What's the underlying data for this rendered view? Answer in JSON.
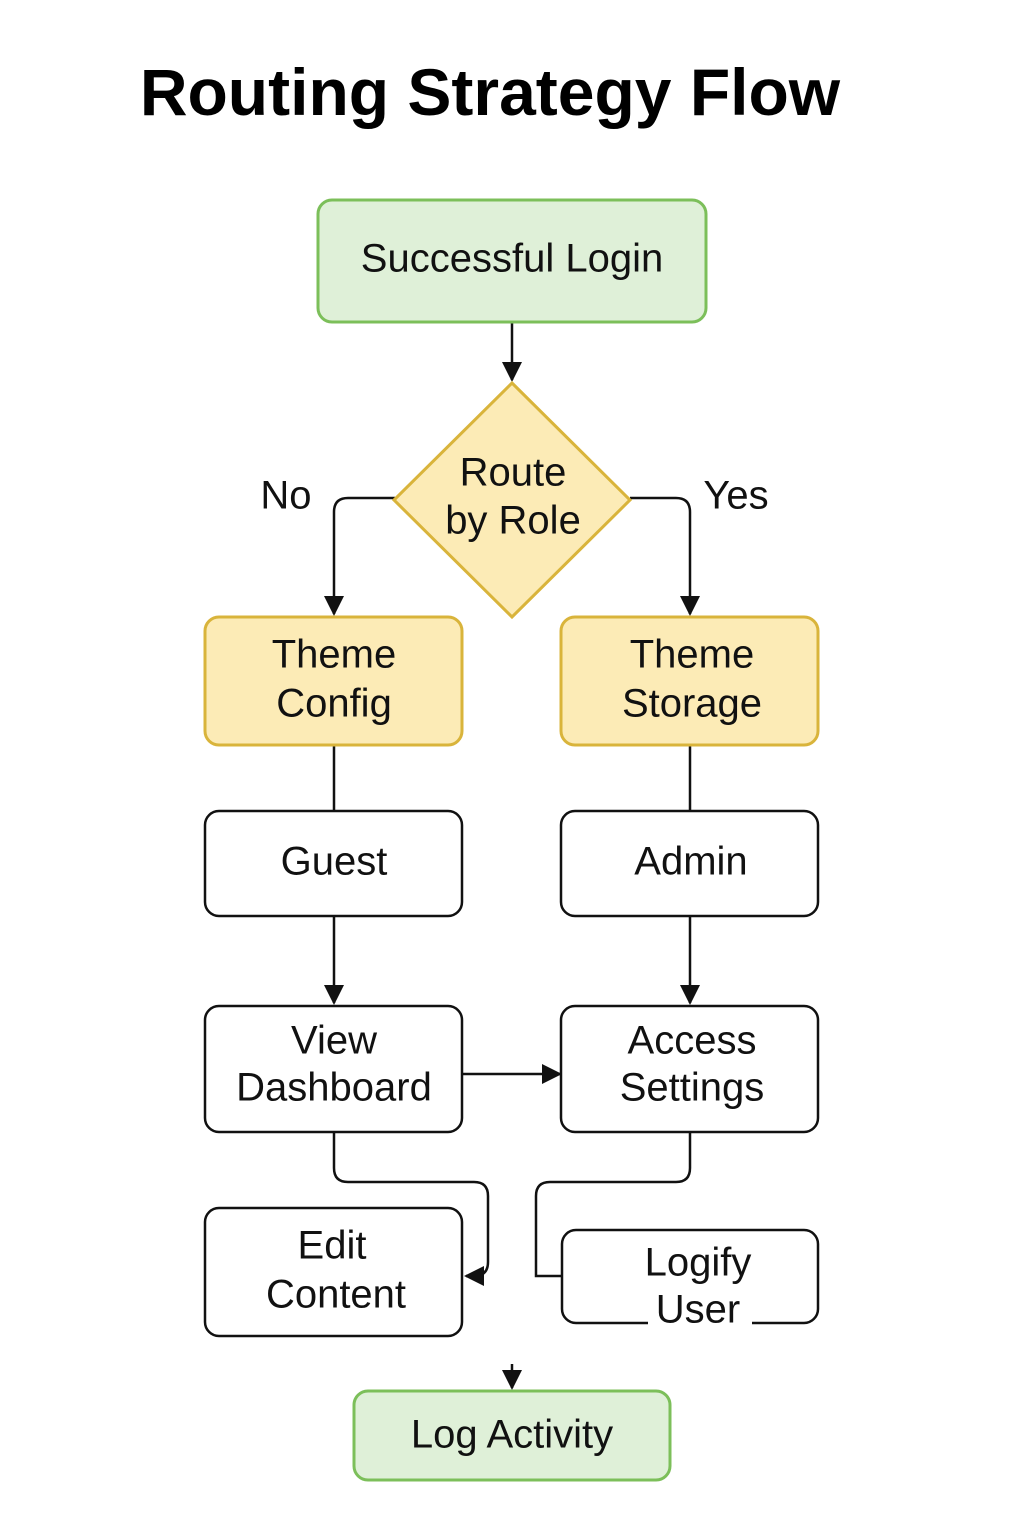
{
  "title": "Routing Strategy Flow",
  "colors": {
    "start_end_fill": "#dff0d8",
    "start_end_stroke": "#7cbf5a",
    "decision_fill": "#fcebb6",
    "decision_stroke": "#d9b43b",
    "process_fill": "#ffffff",
    "process_stroke": "#111111",
    "edge": "#111111"
  },
  "nodes": {
    "successful_login": {
      "lines": [
        "Successful Login"
      ],
      "shape": "start"
    },
    "route_by_role": {
      "lines": [
        "Route",
        "by Role"
      ],
      "shape": "decision"
    },
    "theme_config": {
      "lines": [
        "Theme",
        "Config"
      ],
      "shape": "highlight"
    },
    "theme_storage": {
      "lines": [
        "Theme",
        "Storage"
      ],
      "shape": "highlight"
    },
    "guest": {
      "lines": [
        "Guest"
      ],
      "shape": "process"
    },
    "admin": {
      "lines": [
        "Admin"
      ],
      "shape": "process"
    },
    "view_dashboard": {
      "lines": [
        "View",
        "Dashboard"
      ],
      "shape": "process"
    },
    "access_settings": {
      "lines": [
        "Access",
        "Settings"
      ],
      "shape": "process"
    },
    "edit_content": {
      "lines": [
        "Edit",
        "Content"
      ],
      "shape": "process"
    },
    "logify_user": {
      "lines": [
        "Logify",
        "User"
      ],
      "shape": "process"
    },
    "log_activity": {
      "lines": [
        "Log Activity"
      ],
      "shape": "end"
    }
  },
  "edge_labels": {
    "no": "No",
    "yes": "Yes"
  }
}
